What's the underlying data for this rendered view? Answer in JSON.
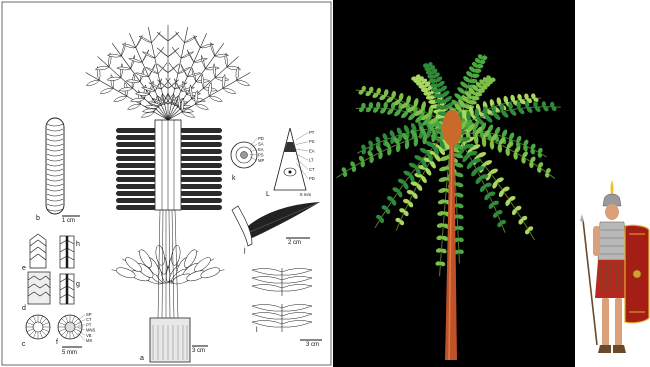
{
  "figure_panel": {
    "labels": {
      "a": "a",
      "b": "b",
      "c": "c",
      "d": "d",
      "e": "e",
      "f": "f",
      "g": "g",
      "h": "h",
      "j": "j",
      "k": "k",
      "L": "L",
      "l": "l"
    },
    "scale_bars": {
      "a": "3 cm",
      "b": "1 cm",
      "cf": "5 mm",
      "j": "2 cm",
      "l": "3 cm"
    },
    "section_k_codes": [
      "PD",
      "SA",
      "EA",
      "PS",
      "MP"
    ],
    "section_f_codes": [
      "SP",
      "CT",
      "PT",
      "MNS",
      "VB",
      "MX"
    ],
    "section_L_codes": [
      "PT",
      "PS",
      "EA",
      "LT",
      "CT",
      "PD"
    ],
    "section_L_scale": "5 mm",
    "ink_color": "#1a1a1a",
    "leaf_fill": "#ffffff",
    "dark_frond_fill": "#2b2b2b"
  },
  "reconstruction_panel": {
    "background": "#000000",
    "trunk_color": "#c0522a",
    "frond_colors": [
      "#2e8b3a",
      "#4aa840",
      "#7cc04a",
      "#a8d860"
    ]
  },
  "scale_figure_panel": {
    "subject": "roman-legionary",
    "tunic_color": "#b8281e",
    "shield_color": "#a51e16",
    "helmet_color": "#9a9a9a",
    "plume_color": "#f0c020"
  }
}
